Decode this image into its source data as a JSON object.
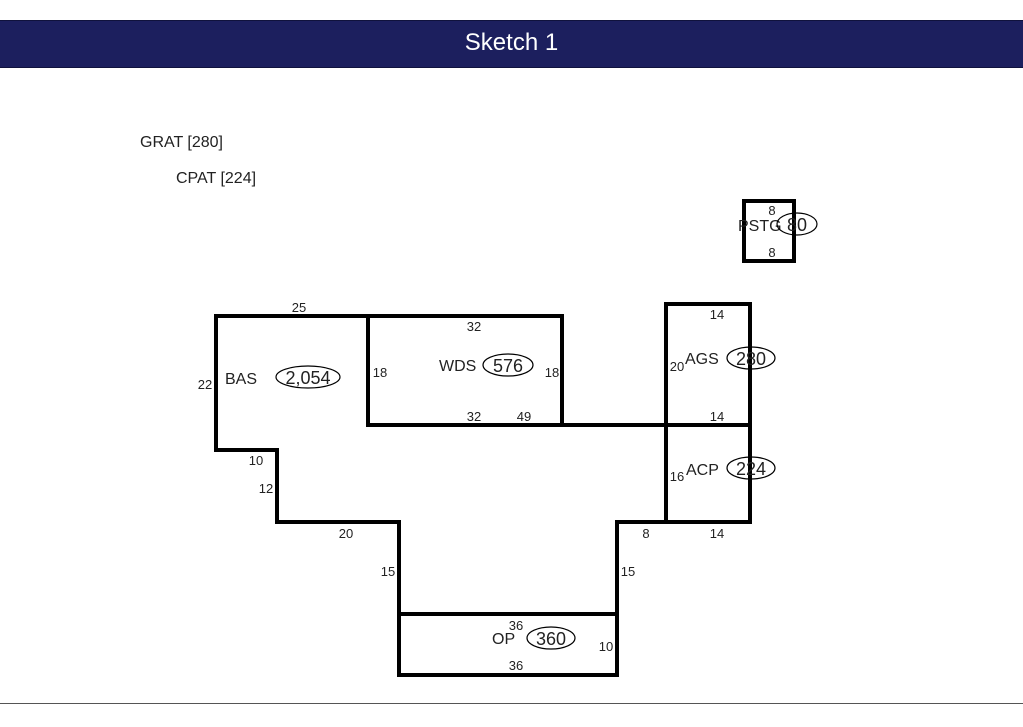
{
  "header": {
    "title": "Sketch 1"
  },
  "legend": {
    "grat": "GRAT [280]",
    "cpat": "CPAT [224]"
  },
  "colors": {
    "header_bg": "#1c1f5e",
    "header_text": "#ffffff",
    "line": "#000000"
  },
  "areas": {
    "bas": {
      "label": "BAS",
      "value": "2,054"
    },
    "wds": {
      "label": "WDS",
      "value": "576"
    },
    "ags": {
      "label": "AGS",
      "value": "280"
    },
    "acp": {
      "label": "ACP",
      "value": "224"
    },
    "op": {
      "label": "OP",
      "value": "360"
    },
    "pstg": {
      "label": "PSTG",
      "value": "80"
    }
  },
  "dimensions": {
    "bas_top": "25",
    "bas_left": "22",
    "bas_step_w": "10",
    "bas_step_h": "12",
    "bas_bottom": "20",
    "bas_drop_left": "15",
    "wds_top": "32",
    "wds_bottom": "32",
    "wds_left": "18",
    "wds_right": "18",
    "connector": "49",
    "ags_top": "14",
    "ags_mid": "14",
    "ags_left": "20",
    "acp_left": "16",
    "acp_bottom": "14",
    "acp_step": "8",
    "drop_right": "15",
    "op_top": "36",
    "op_bottom": "36",
    "op_right": "10",
    "pstg_top": "8",
    "pstg_bottom": "8"
  }
}
